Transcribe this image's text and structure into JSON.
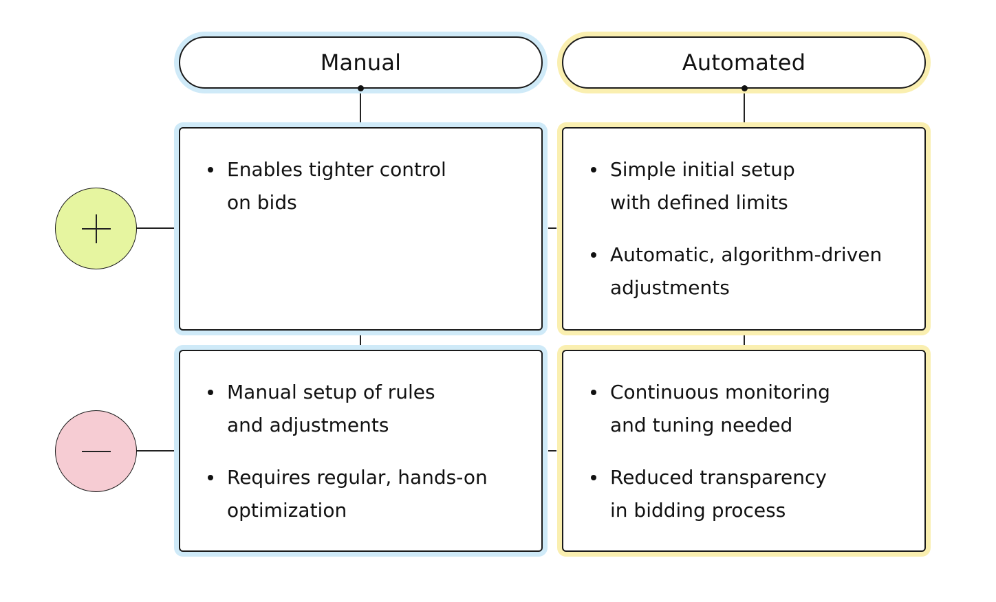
{
  "columns": [
    {
      "title": "Manual"
    },
    {
      "title": "Automated"
    }
  ],
  "rows": [
    {
      "marker": "plus-icon"
    },
    {
      "marker": "minus-icon"
    }
  ],
  "cells": {
    "manual_pros": [
      "Enables tighter control\non bids"
    ],
    "automated_pros": [
      "Simple initial setup\nwith defined limits",
      "Automatic, algorithm-driven\nadjustments"
    ],
    "manual_cons": [
      "Manual setup of rules\nand adjustments",
      "Requires regular, hands-on\noptimization"
    ],
    "automated_cons": [
      "Continuous monitoring\nand tuning needed",
      "Reduced transparency\nin bidding process"
    ]
  },
  "colors": {
    "manual_accent": "#cfeaf8",
    "automated_accent": "#faefb0",
    "plus_fill": "#e6f5a0",
    "minus_fill": "#f6ccd3"
  }
}
